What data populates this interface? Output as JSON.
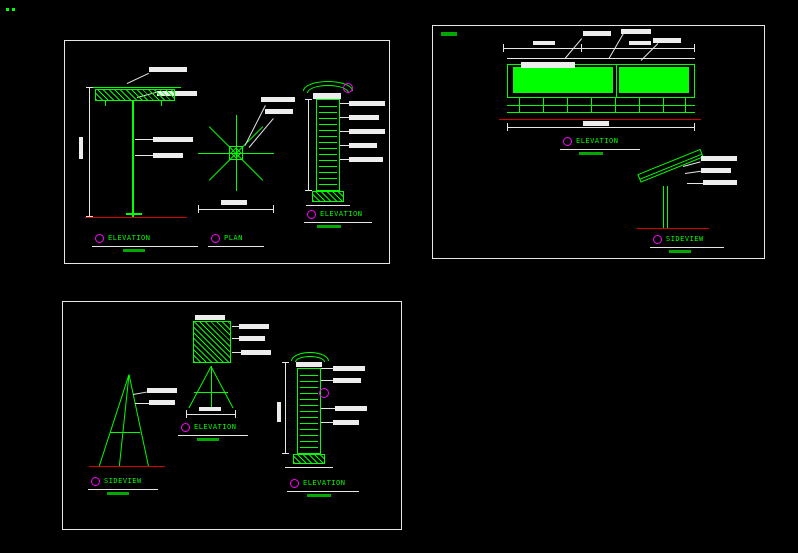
{
  "app": {
    "type": "cad-drawing-viewport"
  },
  "colors": {
    "geometry": "#00ff00",
    "dimension": "#e6e6e6",
    "view_marker": "#ff00ff",
    "ground_line": "#d40000",
    "background": "#000000"
  },
  "sheets": {
    "s1": {
      "views": {
        "a": {
          "label": "ELEVATION"
        },
        "b": {
          "label": "PLAN"
        },
        "c": {
          "label": "ELEVATION"
        }
      }
    },
    "s2": {
      "views": {
        "a": {
          "label": "ELEVATION"
        },
        "b": {
          "label": "SIDEVIEW"
        }
      }
    },
    "s3": {
      "views": {
        "a": {
          "label": "ELEVATION"
        },
        "b": {
          "label": "SIDEVIEW"
        },
        "c": {
          "label": "ELEVATION"
        }
      }
    }
  }
}
